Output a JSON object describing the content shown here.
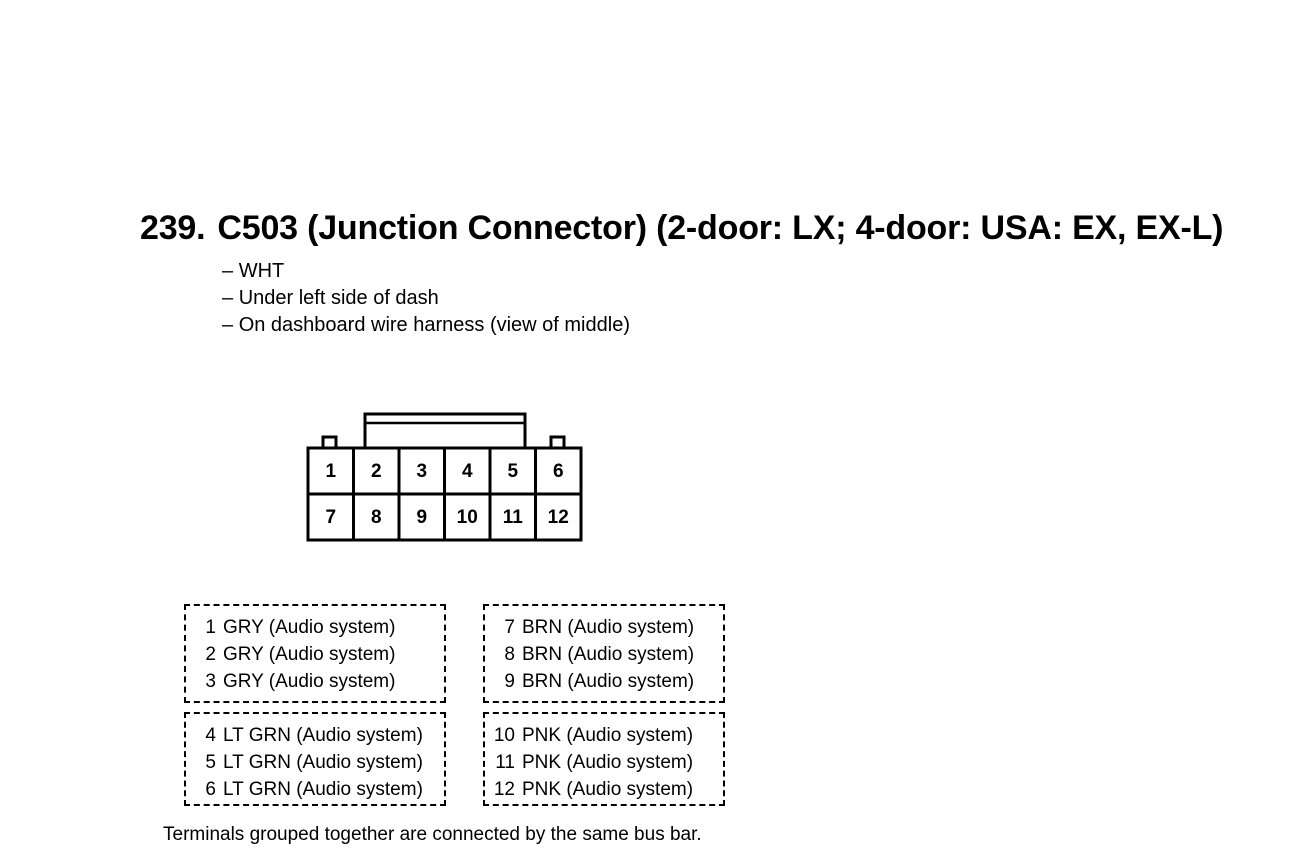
{
  "title": {
    "number": "239.",
    "text": "C503 (Junction Connector) (2-door: LX; 4-door: USA: EX, EX-L)"
  },
  "details": [
    "WHT",
    "Under left side of dash",
    "On dashboard wire harness (view of middle)"
  ],
  "connector": {
    "top_row": [
      "1",
      "2",
      "3",
      "4",
      "5",
      "6"
    ],
    "bottom_row": [
      "7",
      "8",
      "9",
      "10",
      "11",
      "12"
    ]
  },
  "groups": [
    {
      "rows": [
        {
          "terminal": "1",
          "text": "GRY (Audio system)"
        },
        {
          "terminal": "2",
          "text": "GRY (Audio system)"
        },
        {
          "terminal": "3",
          "text": "GRY (Audio system)"
        }
      ]
    },
    {
      "rows": [
        {
          "terminal": "7",
          "text": "BRN (Audio system)"
        },
        {
          "terminal": "8",
          "text": "BRN (Audio system)"
        },
        {
          "terminal": "9",
          "text": "BRN (Audio system)"
        }
      ]
    },
    {
      "rows": [
        {
          "terminal": "4",
          "text": "LT GRN (Audio system)"
        },
        {
          "terminal": "5",
          "text": "LT GRN (Audio system)"
        },
        {
          "terminal": "6",
          "text": "LT GRN (Audio system)"
        }
      ]
    },
    {
      "rows": [
        {
          "terminal": "10",
          "text": "PNK (Audio system)"
        },
        {
          "terminal": "11",
          "text": "PNK (Audio system)"
        },
        {
          "terminal": "12",
          "text": "PNK (Audio system)"
        }
      ]
    }
  ],
  "note": "Terminals grouped together are connected by the same bus bar."
}
